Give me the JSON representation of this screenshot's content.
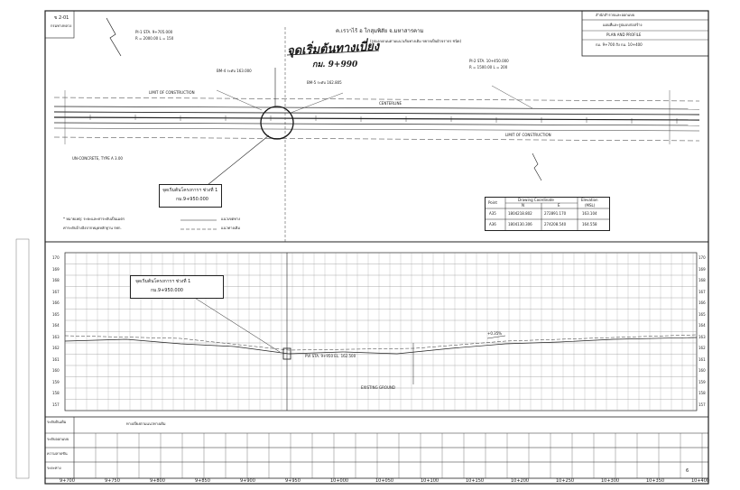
{
  "title_block": {
    "drawing_no": "ข 2-01",
    "agency": "กรมทางหลวง",
    "route": "ค.เรวาไร้ อ โกสุมพิสัย จ.มหาสารคาม",
    "subtitle": "(รูปแบบถนนตามแนวเส้นทางเดิม ขยายเป็นผิวจราจร ชนิด)",
    "right_header": "สำนักสำรวจและออกแบบ",
    "right_line1": "แผนที่และรูปแบบก่อสร้าง",
    "right_line2": "PLAN AND PROFILE",
    "right_line3": "กม. 9+700 ถึง กม. 10+400"
  },
  "handwritten": {
    "start_note": "จุดเริ่มต้นทางเบี่ยง",
    "km_note": "กม. 9+990"
  },
  "callouts": {
    "plan_label_line1": "จุดเริ่มต้นโครงการฯ ช่วงที่ 1",
    "plan_label_line2": "กม.9+950.000",
    "profile_label_line1": "จุดเริ่มต้นโครงการฯ ช่วงที่ 1",
    "profile_label_line2": "กม.9+950.000"
  },
  "plan_notes": {
    "limit_construction": "LIMIT OF CONSTRUCTION",
    "limit_construction_right": "LIMIT OF CONSTRUCTION",
    "centerline": "CENTERLINE",
    "uncontrol": "UN-CONCRETE, TYPE A 3.00",
    "left_curve_1": "PI-1 STA. 9+705.000",
    "left_curve_2": "R = 2000.00  L = 150",
    "right_curve_1": "PI-2 STA. 10+450.000",
    "right_curve_2": "R = 1500.00  L = 200",
    "bm_label_1": "BM-4 ระดับ 163.000",
    "bm_label_2": "BM-5 ระดับ 162.805",
    "legend_1": "แนวเขตทาง",
    "legend_2": "แนวทางเดิม",
    "note_1": "* หมายเหตุ: ระยะและค่าระดับเป็นเมตร",
    "note_2": "ค่าระดับอ้างอิงจากหมุดหลักฐาน รทก."
  },
  "coord_table": {
    "headers": [
      "Point",
      "Drawing Coordinate",
      "",
      "Elevation"
    ],
    "subheaders": [
      "",
      "N",
      "E",
      "(MSL)"
    ],
    "rows": [
      [
        "A35",
        "1804218.802",
        "272891.170",
        "163.104"
      ],
      [
        "A36",
        "1804130.306",
        "274208.540",
        "164.558"
      ]
    ]
  },
  "profile": {
    "elevations_left": [
      "170",
      "169",
      "168",
      "167",
      "166",
      "165",
      "164",
      "163",
      "162",
      "161",
      "160",
      "159",
      "158",
      "157"
    ],
    "elevations_right": [
      "170",
      "169",
      "168",
      "167",
      "166",
      "165",
      "164",
      "163",
      "162",
      "161",
      "160",
      "159",
      "158",
      "157"
    ],
    "annotation_grade": "+0.35%",
    "annotation_pvi": "PVI STA. 9+950 EL. 162.500",
    "annotation_existing": "EXISTING GROUND",
    "row_labels": [
      "ระดับดินเดิม",
      "ระดับออกแบบ",
      "ความลาดชัน",
      "ระยะทาง"
    ],
    "stations": [
      "9+700",
      "9+750",
      "9+800",
      "9+850",
      "9+900",
      "9+950",
      "10+000",
      "10+050",
      "10+100",
      "10+150",
      "10+200",
      "10+250",
      "10+300",
      "10+350",
      "10+400"
    ],
    "grade_label": "ทางเบี่ยงตามแนวทางเดิม",
    "sheet_no": "6"
  }
}
